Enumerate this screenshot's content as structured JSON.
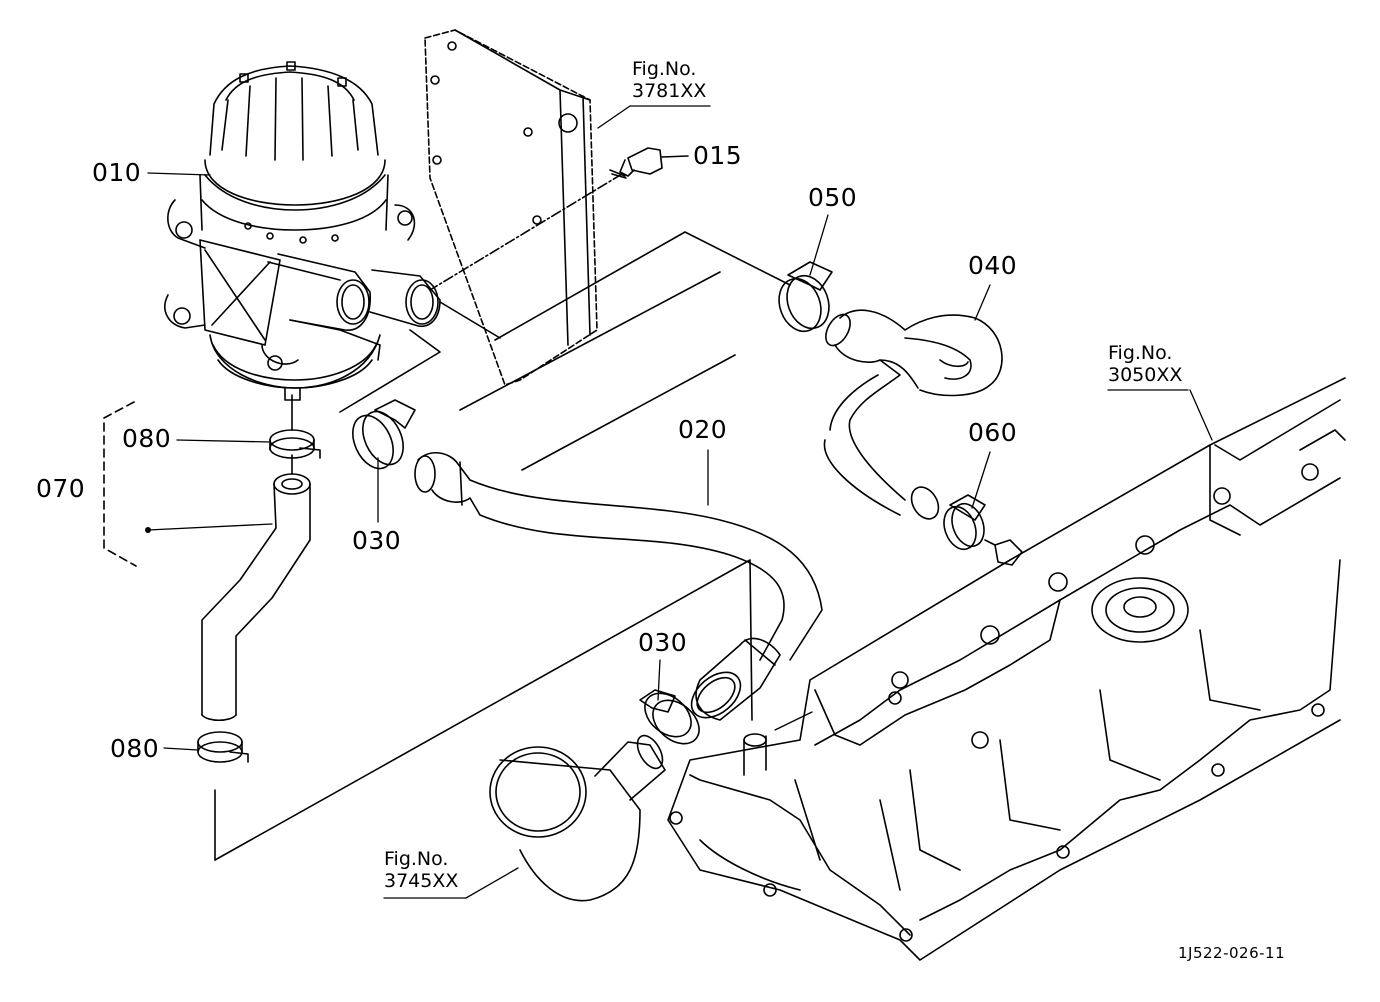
{
  "parts": {
    "p010": "010",
    "p015": "015",
    "p020": "020",
    "p030a": "030",
    "p030b": "030",
    "p040": "040",
    "p050": "050",
    "p060": "060",
    "p070": "070",
    "p080a": "080",
    "p080b": "080"
  },
  "figure_refs": {
    "fig3781": {
      "prefix": "Fig.No.",
      "number": "3781XX"
    },
    "fig3050": {
      "prefix": "Fig.No.",
      "number": "3050XX"
    },
    "fig3745": {
      "prefix": "Fig.No.",
      "number": "3745XX"
    }
  },
  "drawing_code": "1J522-026-11"
}
